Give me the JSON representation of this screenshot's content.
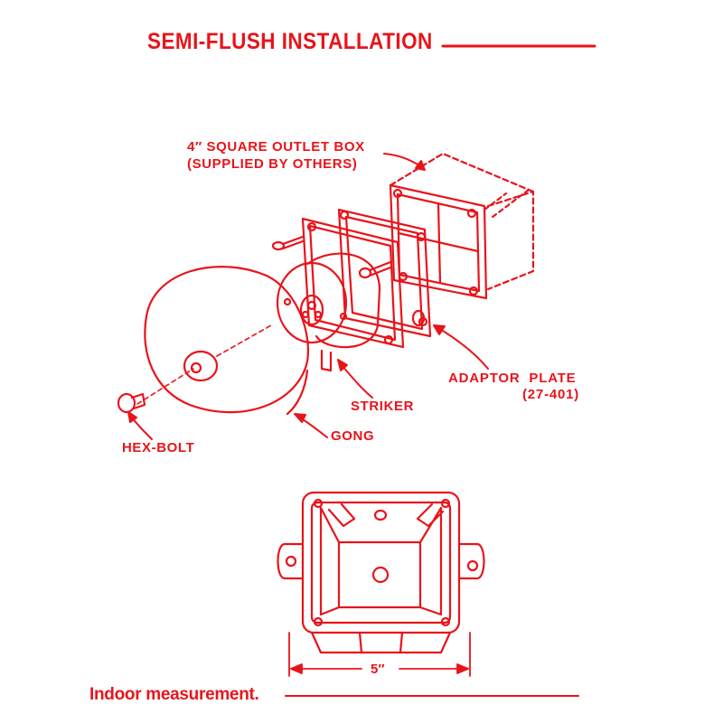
{
  "title": "SEMI-FLUSH INSTALLATION",
  "labels": {
    "outlet_box_line1": "4″ SQUARE OUTLET BOX",
    "outlet_box_line2": "(SUPPLIED BY OTHERS)",
    "adaptor_plate_line1": "ADAPTOR  PLATE",
    "adaptor_plate_line2": "(27-401)",
    "striker": "STRIKER",
    "gong": "GONG",
    "hex_bolt": "HEX-BOLT"
  },
  "dimension": "5″",
  "footer": "Indoor measurement.",
  "colors": {
    "ink": "#e8141b",
    "background": "#ffffff"
  }
}
